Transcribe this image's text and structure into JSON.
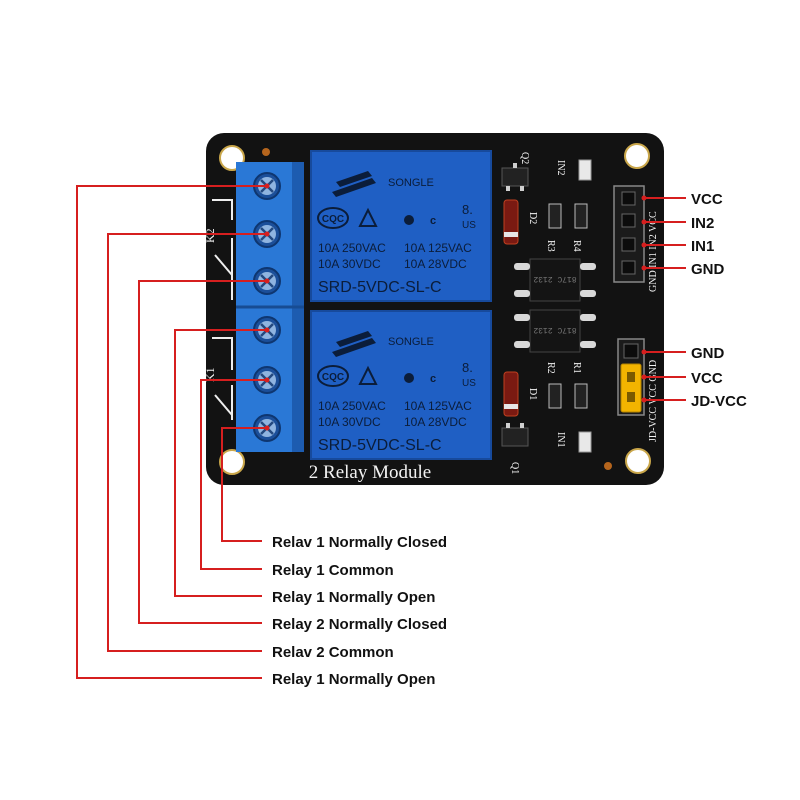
{
  "board": {
    "title": "2 Relay Module",
    "relays": [
      {
        "brand": "SONGLE",
        "cert": "CQC",
        "ul_number": "8.",
        "ul_suffix": "US",
        "spec_left_1": "10A  250VAC",
        "spec_right_1": "10A  125VAC",
        "spec_left_2": "10A   30VDC",
        "spec_right_2": "10A  28VDC",
        "model": "SRD-5VDC-SL-C"
      },
      {
        "brand": "SONGLE",
        "cert": "CQC",
        "ul_number": "8.",
        "ul_suffix": "US",
        "spec_left_1": "10A  250VAC",
        "spec_right_1": "10A  125VAC",
        "spec_left_2": "10A   30VDC",
        "spec_right_2": "10A  28VDC",
        "model": "SRD-5VDC-SL-C"
      }
    ],
    "silkscreen": {
      "k2": "K2",
      "k1": "K1",
      "q2": "Q2",
      "q1": "Q1",
      "d2": "D2",
      "d1": "D1",
      "r3": "R3",
      "r4": "R4",
      "r2": "R2",
      "r1": "R1",
      "in2": "IN2",
      "in1": "IN1",
      "header_top": "GND IN1 IN2 VCC",
      "header_bottom": "JD-VCC VCC GND",
      "opto": "817C 2132"
    }
  },
  "pin_labels": [
    "VCC",
    "IN2",
    "IN1",
    "GND",
    "GND",
    "VCC",
    "JD-VCC"
  ],
  "terminal_labels": [
    "Relav 1 Normally Closed",
    "Relay 1 Common",
    "Relay 1 Normally Open",
    "Relay 2 Normally Closed",
    "Relav 2 Common",
    "Relay 1 Normally Open"
  ],
  "colors": {
    "pcb": "#121212",
    "relay": "#1f5fc4",
    "terminal": "#2a78d6",
    "leader": "#d61f1f",
    "jumper": "#f3b400"
  }
}
